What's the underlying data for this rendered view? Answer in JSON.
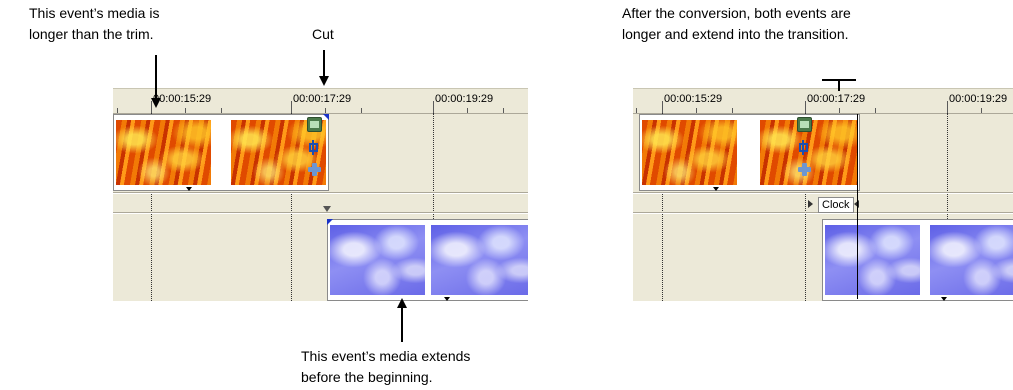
{
  "annotations": {
    "top_left": [
      "This event’s media is",
      "longer than the trim."
    ],
    "cut": "Cut",
    "bottom": [
      "This event’s media extends",
      "before the beginning."
    ],
    "top_right": [
      "After the conversion, both events are",
      "longer and extend into the transition."
    ]
  },
  "left_timeline": {
    "ruler_labels": [
      "00:00:15:29",
      "00:00:17:29",
      "00:00:19:29"
    ]
  },
  "right_timeline": {
    "ruler_labels": [
      "00:00:15:29",
      "00:00:17:29",
      "00:00:19:29"
    ],
    "transition_label": "Clock"
  },
  "icons": {
    "event_icons": [
      "film-icon",
      "crop-icon",
      "plus-icon"
    ]
  },
  "colors": {
    "timeline_bg": "#ece9d8",
    "fire_media": "#f27a06",
    "sky_media": "#7c7df0",
    "event_corner_marker": "#1a32c8"
  }
}
